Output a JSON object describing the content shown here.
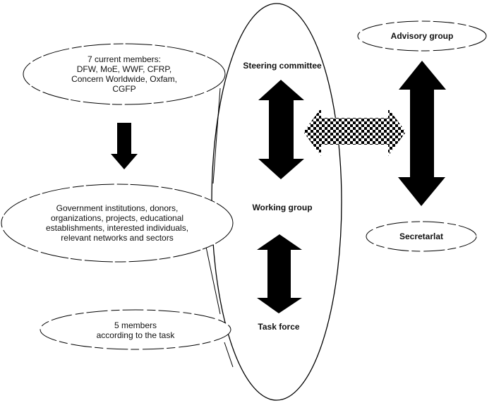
{
  "diagram": {
    "members_node": {
      "text": "7 current members:\nDFW, MoE, WWF, CFRP,\nConcern Worldwide, Oxfam,\nCGFP"
    },
    "stakeholders_node": {
      "text": "Government institutions, donors,\norganizations, projects, educational\nestablishments, interested individuals,\nrelevant networks and sectors"
    },
    "taskforce_members_node": {
      "text": "5 members\naccording to the task"
    },
    "central_structure": {
      "steering_committee": "Steering committee",
      "working_group": "Working group",
      "task_force": "Task force"
    },
    "advisory_node": {
      "text": "Advisory group"
    },
    "secretariat_node": {
      "text": "Secretarlat"
    },
    "colors": {
      "ink": "#000000",
      "background": "#ffffff"
    }
  }
}
